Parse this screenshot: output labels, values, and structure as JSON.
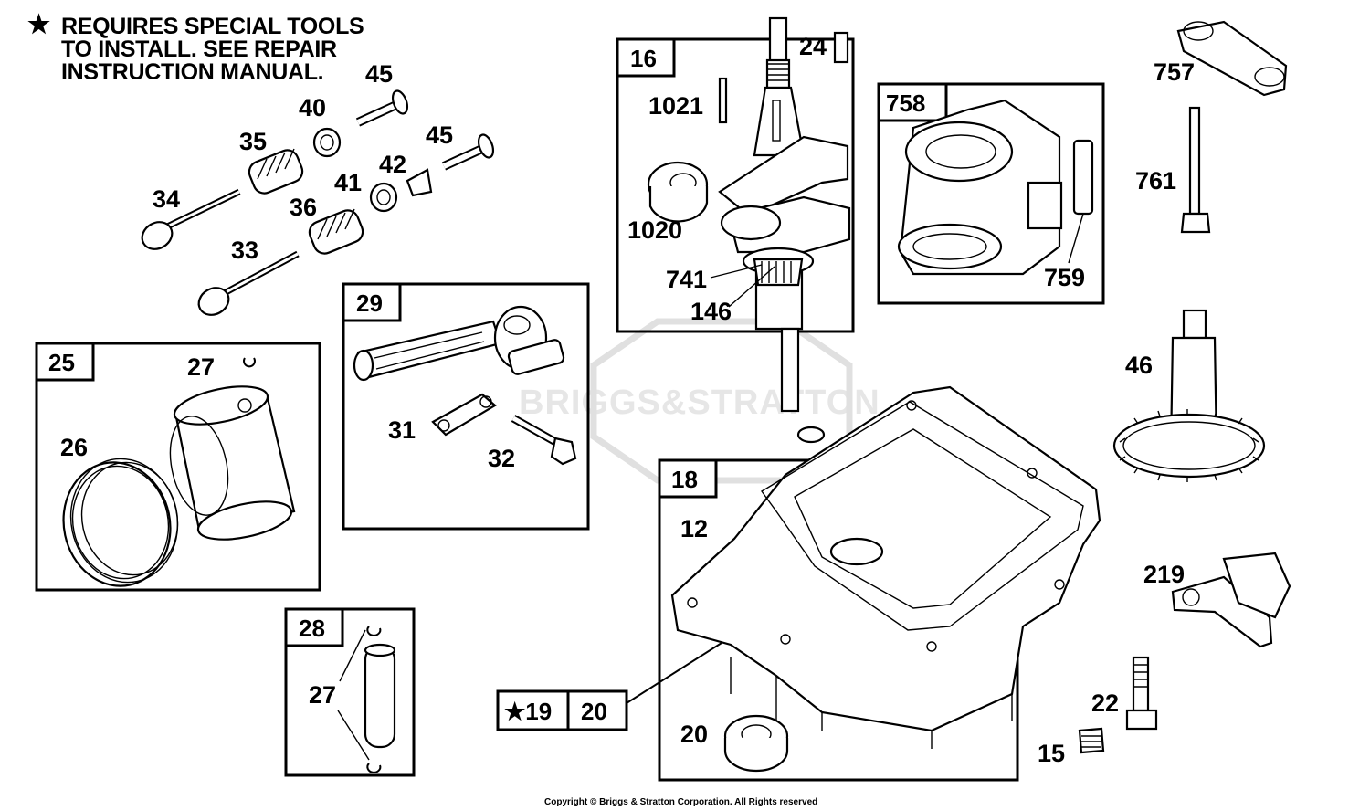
{
  "note": {
    "star": "★",
    "lines": [
      "REQUIRES SPECIAL TOOLS",
      "TO INSTALL.  SEE REPAIR",
      "INSTRUCTION MANUAL."
    ]
  },
  "watermark": "BRIGGS&STRATTON",
  "copyright": "Copyright © Briggs & Stratton Corporation. All Rights reserved",
  "groups": [
    {
      "id": "25",
      "label": "25"
    },
    {
      "id": "29",
      "label": "29"
    },
    {
      "id": "16",
      "label": "16"
    },
    {
      "id": "758",
      "label": "758"
    },
    {
      "id": "18",
      "label": "18"
    },
    {
      "id": "28",
      "label": "28"
    }
  ],
  "part_labels": [
    "45",
    "40",
    "35",
    "45",
    "34",
    "41",
    "42",
    "36",
    "33",
    "27",
    "26",
    "31",
    "32",
    "1021",
    "24",
    "1020",
    "741",
    "146",
    "757",
    "761",
    "759",
    "46",
    "12",
    "219",
    "27",
    "22",
    "20",
    "15"
  ],
  "callout": {
    "star_label": "★19",
    "part": "20"
  },
  "colors": {
    "line": "#000000",
    "background": "#ffffff",
    "watermark": "#e6e6e6"
  }
}
